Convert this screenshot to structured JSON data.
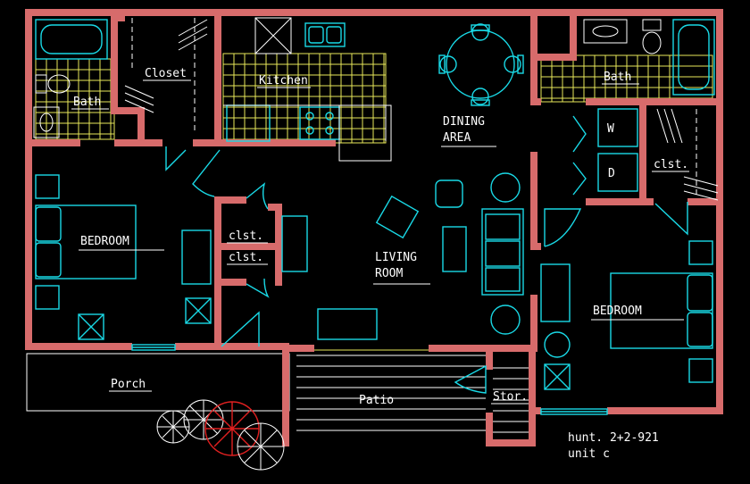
{
  "drawing": {
    "title_line1": "hunt. 2+2-921",
    "title_line2": "unit c"
  },
  "rooms": {
    "bath_left": "Bath",
    "closet": "Closet",
    "kitchen": "Kitchen",
    "dining_line1": "DINING",
    "dining_line2": "AREA",
    "bath_right": "Bath",
    "washer": "W",
    "dryer": "D",
    "clst_right": "clst.",
    "bedroom_left": "BEDROOM",
    "clst_upper": "clst.",
    "clst_lower": "clst.",
    "living_line1": "LIVING",
    "living_line2": "ROOM",
    "bedroom_right": "BEDROOM",
    "porch": "Porch",
    "patio": "Patio",
    "storage": "Stor."
  },
  "colors": {
    "background": "#000000",
    "walls": "#d76b6b",
    "fixtures": "#19d9e6",
    "tile_grid": "#e8e85a",
    "labels": "#ffffff",
    "accent_green": "#2aa84a",
    "accent_red": "#e02020"
  }
}
